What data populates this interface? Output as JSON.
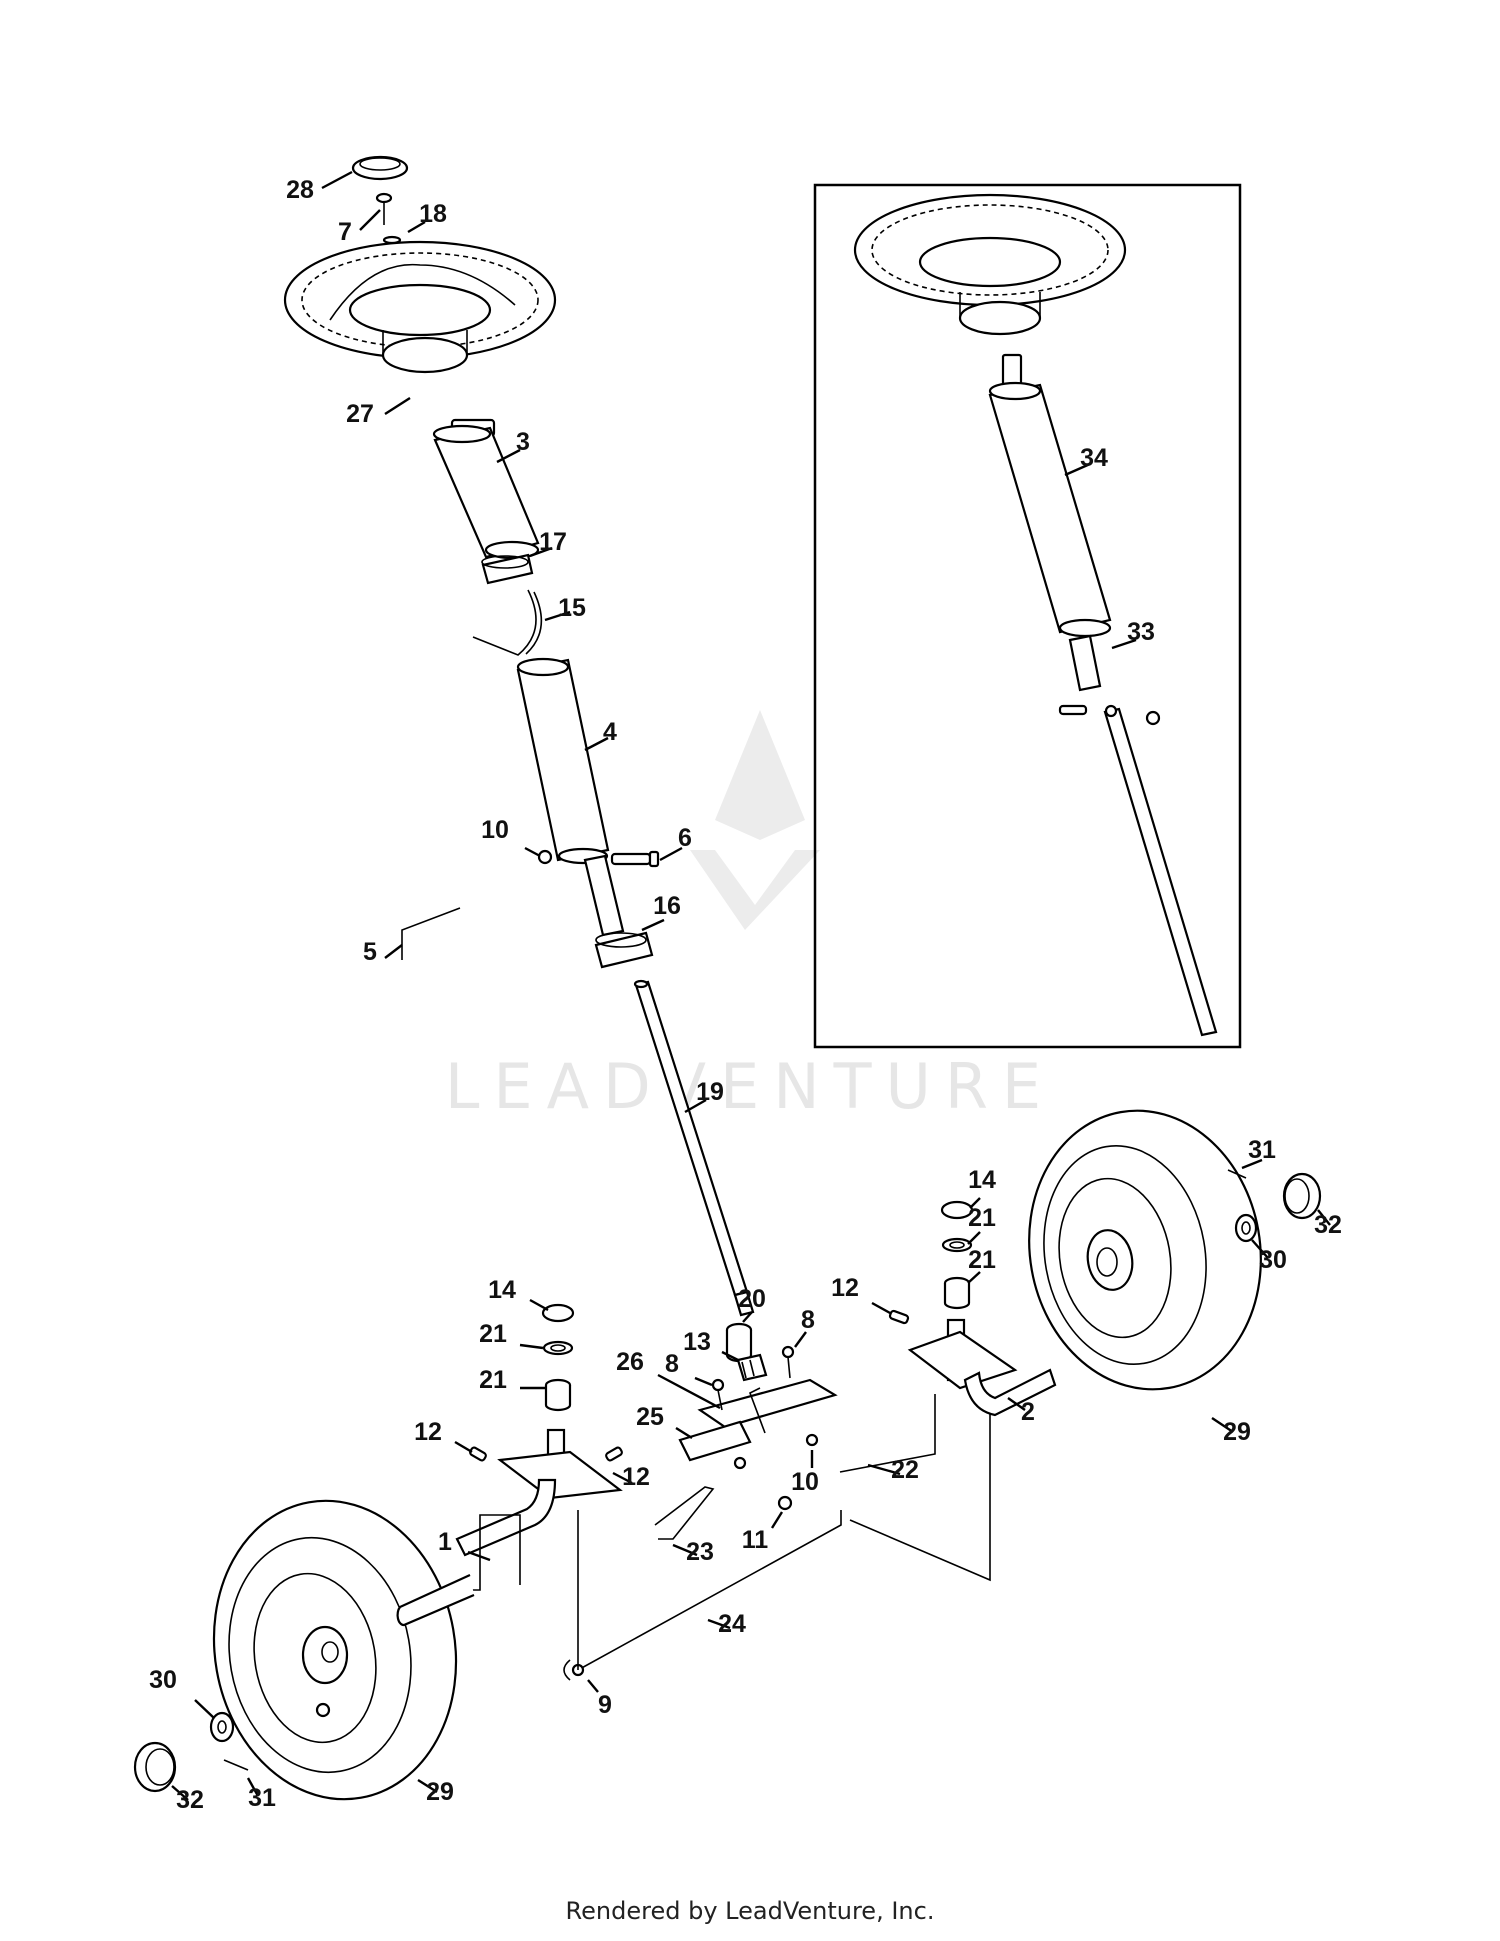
{
  "watermark": {
    "text": "LEADVENTURE"
  },
  "footer": {
    "text": "Rendered by LeadVenture, Inc."
  },
  "callouts": [
    {
      "id": "c28",
      "label": "28"
    },
    {
      "id": "c7",
      "label": "7"
    },
    {
      "id": "c18",
      "label": "18"
    },
    {
      "id": "c27",
      "label": "27"
    },
    {
      "id": "c3",
      "label": "3"
    },
    {
      "id": "c17",
      "label": "17"
    },
    {
      "id": "c15",
      "label": "15"
    },
    {
      "id": "c4",
      "label": "4"
    },
    {
      "id": "c10a",
      "label": "10"
    },
    {
      "id": "c6",
      "label": "6"
    },
    {
      "id": "c16",
      "label": "16"
    },
    {
      "id": "c5",
      "label": "5"
    },
    {
      "id": "c19",
      "label": "19"
    },
    {
      "id": "c34",
      "label": "34"
    },
    {
      "id": "c33",
      "label": "33"
    },
    {
      "id": "c14a",
      "label": "14"
    },
    {
      "id": "c21a",
      "label": "21"
    },
    {
      "id": "c21b",
      "label": "21"
    },
    {
      "id": "c12a",
      "label": "12"
    },
    {
      "id": "c12b",
      "label": "12"
    },
    {
      "id": "c1",
      "label": "1"
    },
    {
      "id": "c23",
      "label": "23"
    },
    {
      "id": "c26",
      "label": "26"
    },
    {
      "id": "c25",
      "label": "25"
    },
    {
      "id": "c8a",
      "label": "8"
    },
    {
      "id": "c13",
      "label": "13"
    },
    {
      "id": "c20",
      "label": "20"
    },
    {
      "id": "c8b",
      "label": "8"
    },
    {
      "id": "c10b",
      "label": "10"
    },
    {
      "id": "c11",
      "label": "11"
    },
    {
      "id": "c22",
      "label": "22"
    },
    {
      "id": "c24",
      "label": "24"
    },
    {
      "id": "c9",
      "label": "9"
    },
    {
      "id": "c12c",
      "label": "12"
    },
    {
      "id": "c14b",
      "label": "14"
    },
    {
      "id": "c21c",
      "label": "21"
    },
    {
      "id": "c21d",
      "label": "21"
    },
    {
      "id": "c2",
      "label": "2"
    },
    {
      "id": "c31a",
      "label": "31"
    },
    {
      "id": "c32a",
      "label": "32"
    },
    {
      "id": "c30a",
      "label": "30"
    },
    {
      "id": "c29a",
      "label": "29"
    },
    {
      "id": "c30b",
      "label": "30"
    },
    {
      "id": "c32b",
      "label": "32"
    },
    {
      "id": "c31b",
      "label": "31"
    },
    {
      "id": "c29b",
      "label": "29"
    }
  ]
}
